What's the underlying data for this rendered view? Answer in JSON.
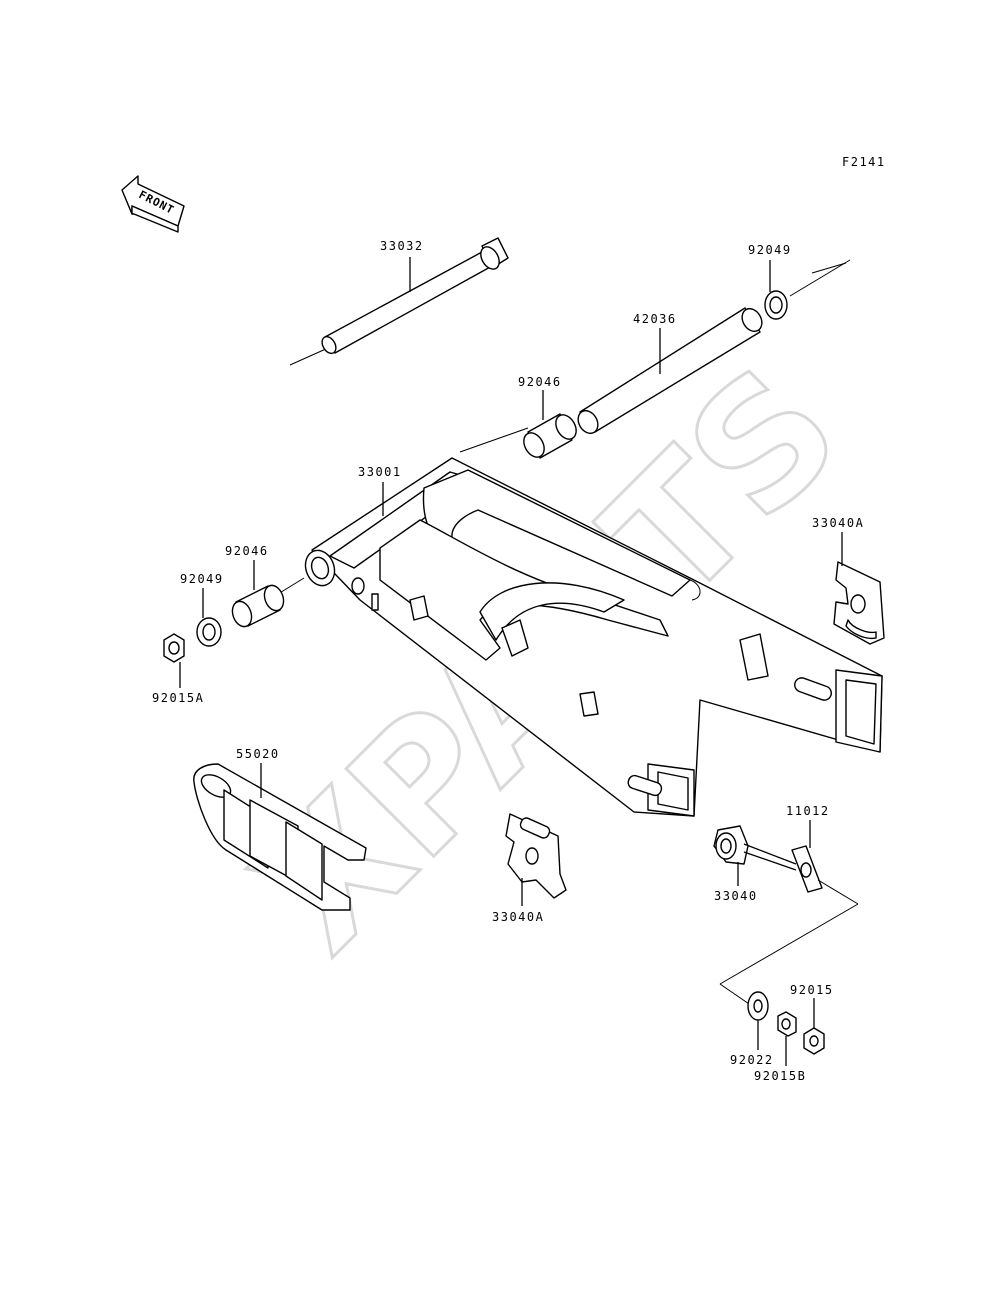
{
  "diagram": {
    "figure_code": "F2141",
    "front_label": "FRONT",
    "watermark": "XPARTS",
    "parts": {
      "p33032": "33032",
      "p92049_top": "92049",
      "p42036": "42036",
      "p92046_top": "92046",
      "p33001": "33001",
      "p33040A_right": "33040A",
      "p92046_left": "92046",
      "p92049_left": "92049",
      "p92015A": "92015A",
      "p55020": "55020",
      "p11012": "11012",
      "p33040": "33040",
      "p33040A_bottom": "33040A",
      "p92015": "92015",
      "p92022": "92022",
      "p92015B": "92015B"
    }
  }
}
